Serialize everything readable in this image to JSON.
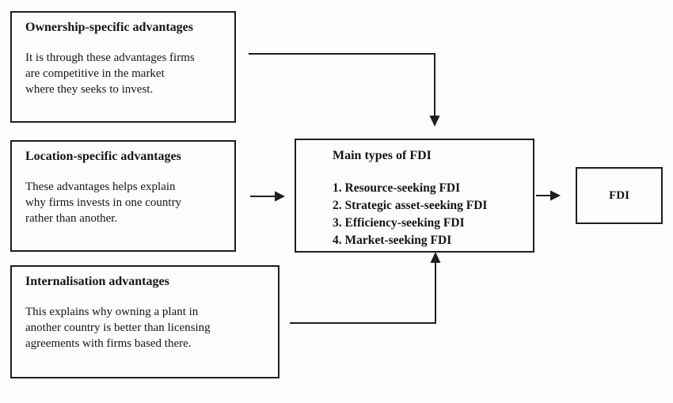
{
  "colors": {
    "background": "#fdfdfd",
    "line": "#1f1f1f",
    "text": "#151515"
  },
  "boxes": {
    "ownership": {
      "title": "Ownership-specific advantages",
      "body_lines": [
        "It is through these advantages firms",
        "are competitive in the market",
        "where they seeks to invest."
      ]
    },
    "location": {
      "title": "Location-specific advantages",
      "body_lines": [
        "These advantages helps explain",
        "why firms invests in one country",
        "rather than another."
      ]
    },
    "internalisation": {
      "title": "Internalisation advantages",
      "body_lines": [
        "This explains why owning a plant in",
        "another country is better than licensing",
        "agreements with firms based there."
      ]
    },
    "main_types": {
      "title": "Main types of FDI",
      "items": [
        "1. Resource-seeking FDI",
        "2. Strategic asset-seeking FDI",
        "3. Efficiency-seeking FDI",
        "4. Market-seeking FDI"
      ]
    },
    "fdi": {
      "label": "FDI"
    }
  }
}
